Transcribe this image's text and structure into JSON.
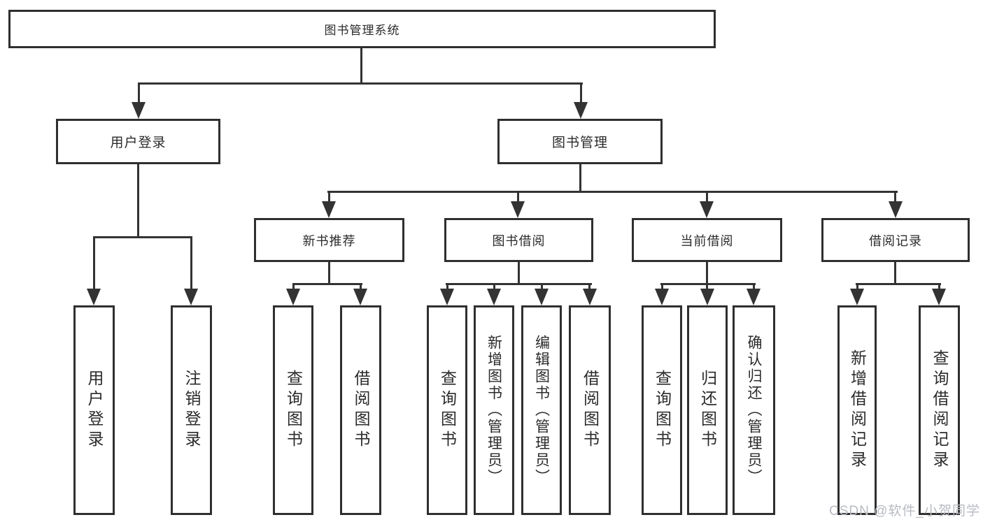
{
  "tree": {
    "root": {
      "label": "图书管理系统"
    },
    "children": [
      {
        "label": "用户登录",
        "children": [
          {
            "label": "用户登录"
          },
          {
            "label": "注销登录"
          }
        ]
      },
      {
        "label": "图书管理",
        "children": [
          {
            "label": "新书推荐",
            "children": [
              {
                "label": "查询图书"
              },
              {
                "label": "借阅图书"
              }
            ]
          },
          {
            "label": "图书借阅",
            "children": [
              {
                "label": "查询图书"
              },
              {
                "label": "新增图书（管理员）"
              },
              {
                "label": "编辑图书（管理员）"
              },
              {
                "label": "借阅图书"
              }
            ]
          },
          {
            "label": "当前借阅",
            "children": [
              {
                "label": "查询图书"
              },
              {
                "label": "归还图书"
              },
              {
                "label": "确认归还（管理员）"
              }
            ]
          },
          {
            "label": "借阅记录",
            "children": [
              {
                "label": "新增借阅记录"
              },
              {
                "label": "查询借阅记录"
              }
            ]
          }
        ]
      }
    ]
  },
  "watermark": {
    "text": "CSDN @软件_小贺同学"
  },
  "colors": {
    "line": "#333333",
    "box_border": "#2f2f2f",
    "text": "#2b2b2b",
    "watermark": "#b7bbc1",
    "background": "#ffffff"
  }
}
